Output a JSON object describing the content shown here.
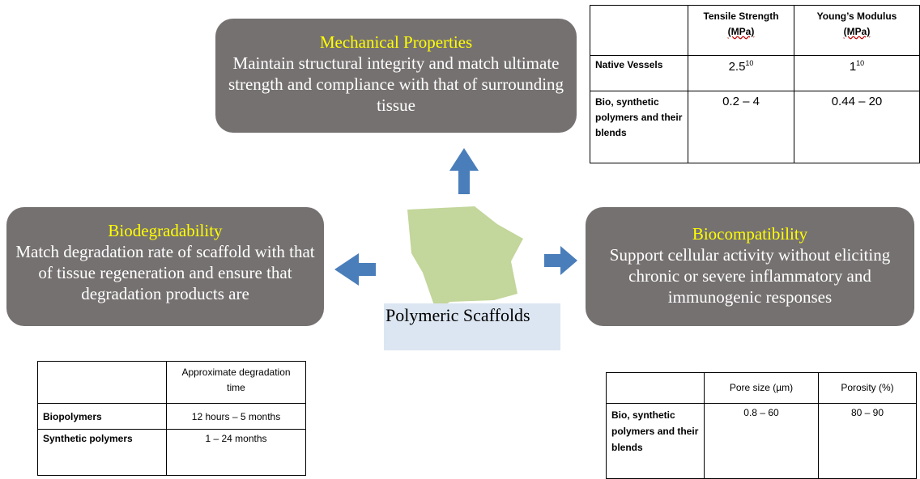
{
  "mechanical": {
    "title": "Mechanical Properties",
    "desc": "Maintain structural integrity and match ultimate strength and compliance with that of surrounding tissue"
  },
  "biodegradability": {
    "title": "Biodegradability",
    "desc": "Match degradation rate of scaffold with that of tissue regeneration and ensure that degradation products are"
  },
  "biocompatibility": {
    "title": "Biocompatibility",
    "desc": "Support cellular activity without eliciting chronic or severe inflammatory and immunogenic responses"
  },
  "center_label": "Polymeric Scaffolds",
  "mech_table": {
    "headers": [
      "",
      "Tensile Strength",
      "(MPa)",
      "Young’s Modulus",
      "(MPa)"
    ],
    "rows": [
      {
        "label": "Native Vessels",
        "v1": "2.5",
        "v1sup": "10",
        "v2": "1",
        "v2sup": "10"
      },
      {
        "label": "Bio, synthetic polymers and their blends",
        "v1": "0.2 – 4",
        "v2": "0.44 – 20"
      }
    ]
  },
  "degradation_table": {
    "header": "Approximate degradation time",
    "rows": [
      {
        "label": "Biopolymers",
        "value": "12 hours – 5 months"
      },
      {
        "label": "Synthetic polymers",
        "value": "1 – 24 months"
      }
    ]
  },
  "pore_table": {
    "headers": [
      "Pore size (µm)",
      "Porosity (%)"
    ],
    "rows": [
      {
        "label": "Bio, synthetic polymers and their blends",
        "v1": "0.8 – 60",
        "v2": "80 – 90"
      }
    ]
  },
  "colors": {
    "box_fill": "#767171",
    "title_text": "#ffff00",
    "arrow": "#4a7ebb",
    "scaffold": "#c3d69b",
    "label_bg": "#dce6f2"
  }
}
